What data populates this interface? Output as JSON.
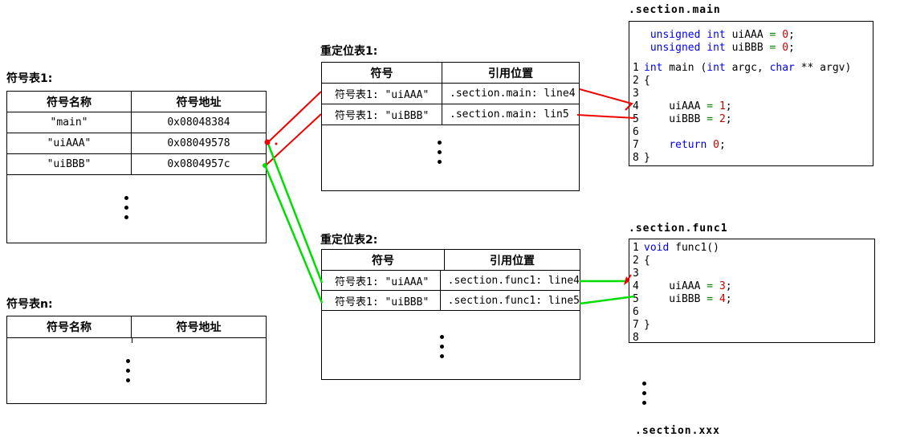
{
  "colors": {
    "connector_red": "#ee0000",
    "connector_green": "#00dd00",
    "code_keyword": "#0000ee",
    "code_operator": "#008000",
    "code_number": "#cc0000",
    "line_black": "#000000"
  },
  "symbol_table_1": {
    "title": "符号表1:",
    "headers": [
      "符号名称",
      "符号地址"
    ],
    "rows": [
      [
        "\"main\"",
        "0x08048384"
      ],
      [
        "\"uiAAA\"",
        "0x08049578"
      ],
      [
        "\"uiBBB\"",
        "0x0804957c"
      ]
    ]
  },
  "symbol_table_n": {
    "title": "符号表n:",
    "headers": [
      "符号名称",
      "符号地址"
    ]
  },
  "reloc_table_1": {
    "title": "重定位表1:",
    "headers": [
      "符号",
      "引用位置"
    ],
    "rows": [
      [
        "符号表1: \"uiAAA\"",
        ".section.main: line4"
      ],
      [
        "符号表1: \"uiBBB\"",
        ".section.main: lin5"
      ]
    ]
  },
  "reloc_table_2": {
    "title": "重定位表2:",
    "headers": [
      "符号",
      "引用位置"
    ],
    "rows": [
      [
        "符号表1: \"uiAAA\"",
        ".section.func1: line4"
      ],
      [
        "符号表1: \"uiBBB\"",
        ".section.func1: line5"
      ]
    ]
  },
  "section_main": {
    "title": ".section.main",
    "lines": [
      {
        "num": "",
        "segs": [
          {
            "t": " "
          },
          {
            "t": "unsigned int",
            "c": "kw"
          },
          {
            "t": " uiAAA "
          },
          {
            "t": "=",
            "c": "op"
          },
          {
            "t": " "
          },
          {
            "t": "0",
            "c": "num"
          },
          {
            "t": ";"
          }
        ]
      },
      {
        "num": "",
        "segs": [
          {
            "t": " "
          },
          {
            "t": "unsigned int",
            "c": "kw"
          },
          {
            "t": " uiBBB "
          },
          {
            "t": "=",
            "c": "op"
          },
          {
            "t": " "
          },
          {
            "t": "0",
            "c": "num"
          },
          {
            "t": ";"
          }
        ]
      },
      {
        "num": "",
        "gap": true,
        "segs": []
      },
      {
        "num": "1",
        "segs": [
          {
            "t": "int",
            "c": "kw"
          },
          {
            "t": " main ("
          },
          {
            "t": "int",
            "c": "kw"
          },
          {
            "t": " argc, "
          },
          {
            "t": "char",
            "c": "kw"
          },
          {
            "t": " ** argv)"
          }
        ]
      },
      {
        "num": "2",
        "segs": [
          {
            "t": "{"
          }
        ]
      },
      {
        "num": "3",
        "segs": []
      },
      {
        "num": "4",
        "segs": [
          {
            "t": "    uiAAA "
          },
          {
            "t": "=",
            "c": "op"
          },
          {
            "t": " "
          },
          {
            "t": "1",
            "c": "num"
          },
          {
            "t": ";"
          }
        ]
      },
      {
        "num": "5",
        "segs": [
          {
            "t": "    uiBBB "
          },
          {
            "t": "=",
            "c": "op"
          },
          {
            "t": " "
          },
          {
            "t": "2",
            "c": "num"
          },
          {
            "t": ";"
          }
        ]
      },
      {
        "num": "6",
        "segs": []
      },
      {
        "num": "7",
        "segs": [
          {
            "t": "    "
          },
          {
            "t": "return",
            "c": "kw"
          },
          {
            "t": " "
          },
          {
            "t": "0",
            "c": "num"
          },
          {
            "t": ";"
          }
        ]
      },
      {
        "num": "8",
        "segs": [
          {
            "t": "}"
          }
        ]
      }
    ]
  },
  "section_func1": {
    "title": ".section.func1",
    "lines": [
      {
        "num": "1",
        "segs": [
          {
            "t": "void",
            "c": "kw"
          },
          {
            "t": " func1()"
          }
        ]
      },
      {
        "num": "2",
        "segs": [
          {
            "t": "{"
          }
        ]
      },
      {
        "num": "3",
        "segs": []
      },
      {
        "num": "4",
        "segs": [
          {
            "t": "    uiAAA "
          },
          {
            "t": "=",
            "c": "op"
          },
          {
            "t": " "
          },
          {
            "t": "3",
            "c": "num"
          },
          {
            "t": ";"
          }
        ]
      },
      {
        "num": "5",
        "segs": [
          {
            "t": "    uiBBB "
          },
          {
            "t": "=",
            "c": "op"
          },
          {
            "t": " "
          },
          {
            "t": "4",
            "c": "num"
          },
          {
            "t": ";"
          }
        ]
      },
      {
        "num": "6",
        "segs": []
      },
      {
        "num": "7",
        "segs": [
          {
            "t": "}"
          }
        ]
      },
      {
        "num": "8",
        "segs": []
      }
    ]
  },
  "section_xxx": {
    "title": ".section.xxx"
  },
  "icons": {
    "vertical_ellipsis": "three stacked black dots (continuation)"
  },
  "connections": [
    {
      "from": "符号表1 \"uiAAA\"",
      "to": "重定位表1 行1",
      "color": "red"
    },
    {
      "from": "符号表1 \"uiBBB\"",
      "to": "重定位表1 行2",
      "color": "red"
    },
    {
      "from": "重定位表1 行1",
      "to": ".section.main line4",
      "color": "red"
    },
    {
      "from": "重定位表1 行2",
      "to": ".section.main line5",
      "color": "red"
    },
    {
      "from": "符号表1 \"uiAAA\"",
      "to": "重定位表2 行1",
      "color": "green"
    },
    {
      "from": "符号表1 \"uiBBB\"",
      "to": "重定位表2 行2",
      "color": "green"
    },
    {
      "from": "重定位表2 行1",
      "to": ".section.func1 line4",
      "color": "green"
    },
    {
      "from": "重定位表2 行2",
      "to": ".section.func1 line5",
      "color": "green"
    }
  ]
}
